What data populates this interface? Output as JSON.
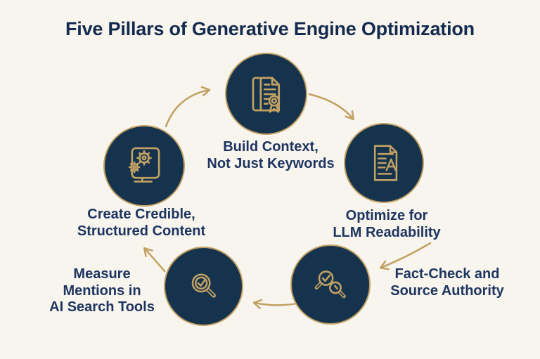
{
  "title": "Five Pillars of Generative Engine Optimization",
  "colors": {
    "background": "#f8f4ee",
    "circle_navy": "#16334e",
    "gold": "#c2a162",
    "title_text": "#142a4e",
    "label_text": "#1d3560"
  },
  "pillars": [
    {
      "id": "build-context",
      "icon": "certificate-document-icon",
      "lines": [
        "Build Context,",
        "Not Just Keywords"
      ]
    },
    {
      "id": "optimize-llm",
      "icon": "document-letter-a-icon",
      "lines": [
        "Optimize for",
        "LLM Readability"
      ]
    },
    {
      "id": "fact-check",
      "icon": "double-magnifier-check-icon",
      "lines": [
        "Fact-Check and",
        "Source Authority"
      ]
    },
    {
      "id": "measure-mentions",
      "icon": "magnifier-check-icon",
      "lines": [
        "Measure",
        "Mentions in",
        "AI Search Tools"
      ]
    },
    {
      "id": "create-content",
      "icon": "monitor-gears-icon",
      "lines": [
        "Create Credible,",
        "Structured Content"
      ]
    }
  ],
  "arrows": [
    {
      "from": "create-content",
      "to": "build-context"
    },
    {
      "from": "build-context",
      "to": "optimize-llm"
    },
    {
      "from": "optimize-llm",
      "to": "fact-check"
    },
    {
      "from": "fact-check",
      "to": "measure-mentions"
    },
    {
      "from": "measure-mentions",
      "to": "create-content"
    }
  ]
}
